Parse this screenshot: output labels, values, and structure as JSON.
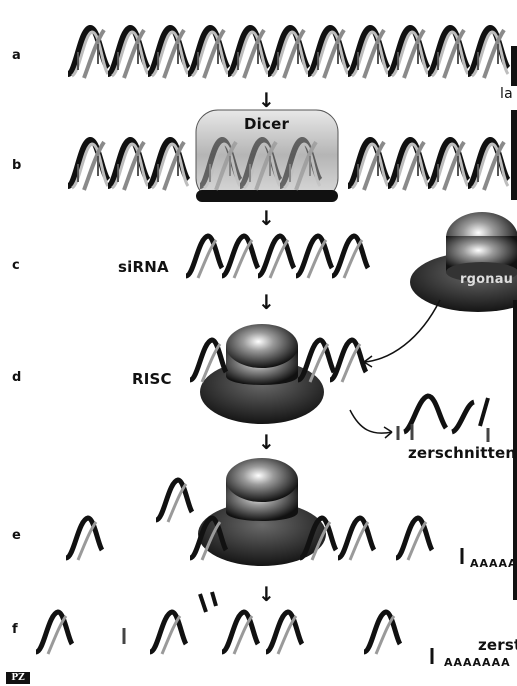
{
  "steps": [
    "a",
    "b",
    "c",
    "d",
    "e",
    "f"
  ],
  "labels": {
    "dicer": "Dicer",
    "sirna": "siRNA",
    "risc": "RISC",
    "argonaute_fragment": "rgonau",
    "cut_fragment": "zerschnittener",
    "destroyed_fragment": "zerst",
    "top_right_fragment": "la"
  },
  "poly_a": {
    "e": "AAAAA",
    "f": "AAAAAAA"
  },
  "logo": "PZ",
  "colors": {
    "ink": "#111111",
    "shade": "#777777",
    "light": "#cfcfcf"
  }
}
